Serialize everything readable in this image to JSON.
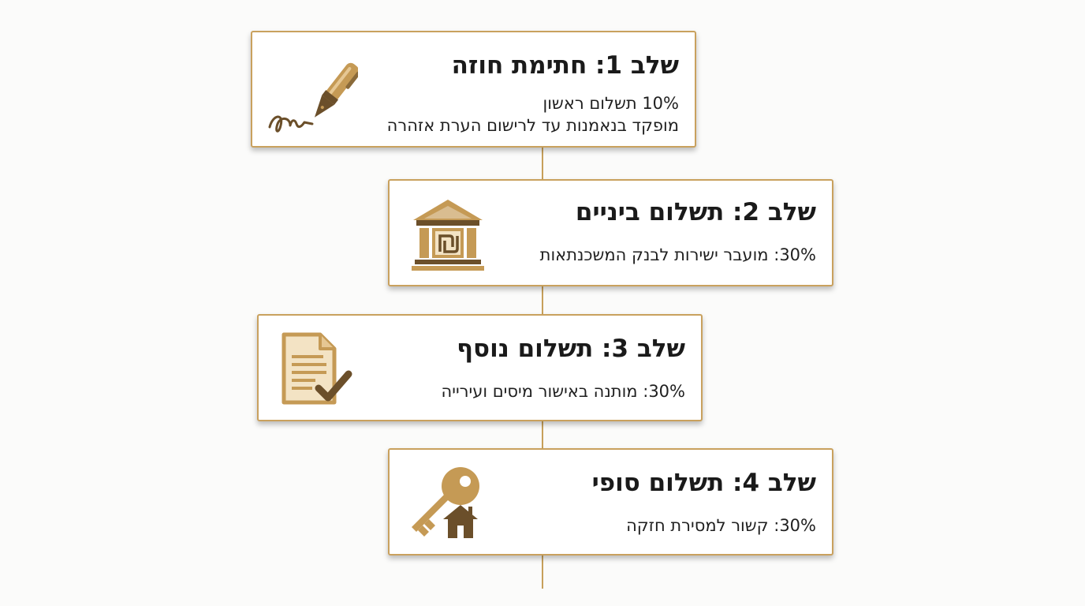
{
  "steps": [
    {
      "title": "שלב 1: חתימת חוזה",
      "lines": [
        "10% תשלום ראשון",
        "מופקד בנאמנות עד לרישום הערת אזהרה"
      ],
      "icon": "pen-signature-icon"
    },
    {
      "title": "שלב 2: תשלום ביניים",
      "lines": [
        "30%: מועבר ישירות לבנק המשכנתאות"
      ],
      "icon": "bank-shekel-icon"
    },
    {
      "title": "שלב 3: תשלום נוסף",
      "lines": [
        "30%: מותנה באישור מיסים ועירייה"
      ],
      "icon": "document-check-icon"
    },
    {
      "title": "שלב 4: תשלום סופי",
      "lines": [
        "30%: קשור למסירת חזקה"
      ],
      "icon": "key-house-icon"
    }
  ],
  "colors": {
    "accent": "#c9a15e",
    "icon_gold": "#c59a55",
    "icon_dark": "#6b4f2a",
    "text": "#1a1a1a"
  }
}
